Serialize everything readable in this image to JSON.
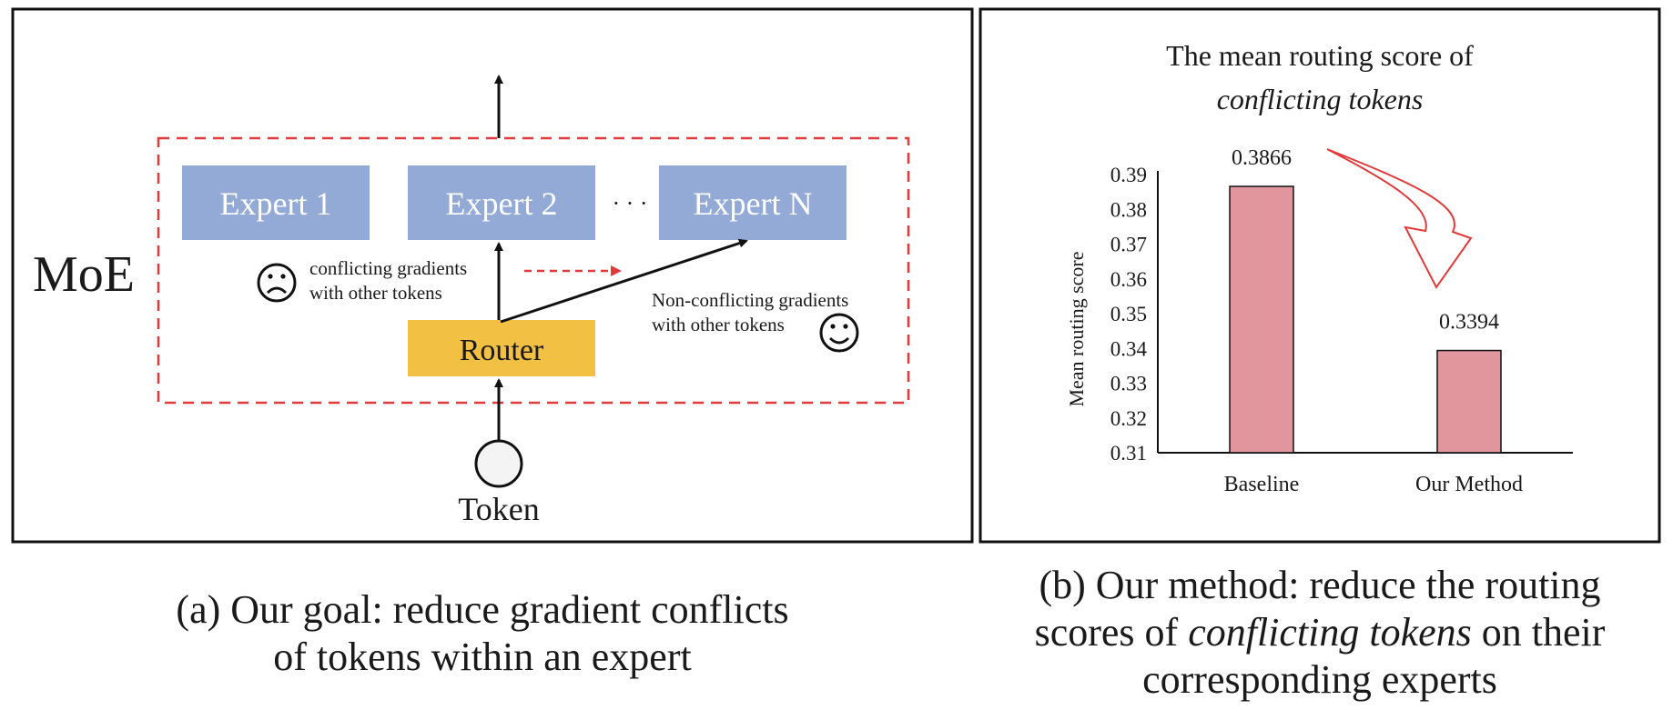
{
  "panel_a": {
    "moe_label": "MoE",
    "experts": [
      "Expert 1",
      "Expert 2",
      "Expert N"
    ],
    "ellipsis": "· · ·",
    "router_label": "Router",
    "token_label": "Token",
    "conflict_note": [
      "conflicting gradients",
      "with other tokens"
    ],
    "nonconflict_note": [
      "Non-conflicting gradients",
      "with other tokens"
    ],
    "sad_icon": "sad-face-icon",
    "happy_icon": "smiley-face-icon",
    "colors": {
      "expert": "#94aad6",
      "router": "#f2c144",
      "moe_border": "#e03a3a",
      "dashed_arrow": "#e03a3a"
    },
    "caption_line1": "(a) Our goal: reduce gradient conflicts",
    "caption_line2": "of tokens within an expert"
  },
  "panel_b": {
    "caption_line1": "(b) Our method: reduce the routing",
    "caption_line2_pre": "scores of ",
    "caption_line2_em": "conflicting tokens",
    "caption_line2_post": " on their",
    "caption_line3": "corresponding experts"
  },
  "chart_data": {
    "type": "bar",
    "title": "The mean routing score of",
    "title_italic": "conflicting tokens",
    "categories": [
      "Baseline",
      "Our Method"
    ],
    "values": [
      0.3866,
      0.3394
    ],
    "data_labels": [
      "0.3866",
      "0.3394"
    ],
    "ylabel": "Mean routing score",
    "xlabel": "",
    "ylim": [
      0.31,
      0.39
    ],
    "yticks": [
      0.31,
      0.32,
      0.33,
      0.34,
      0.35,
      0.36,
      0.37,
      0.38,
      0.39
    ],
    "ytick_labels": [
      "0.31",
      "0.32",
      "0.33",
      "0.34",
      "0.35",
      "0.36",
      "0.37",
      "0.38",
      "0.39"
    ],
    "bar_color": "#e0969c",
    "grid": false,
    "annotation": "curved red arrow from Baseline value down to Our Method value"
  }
}
